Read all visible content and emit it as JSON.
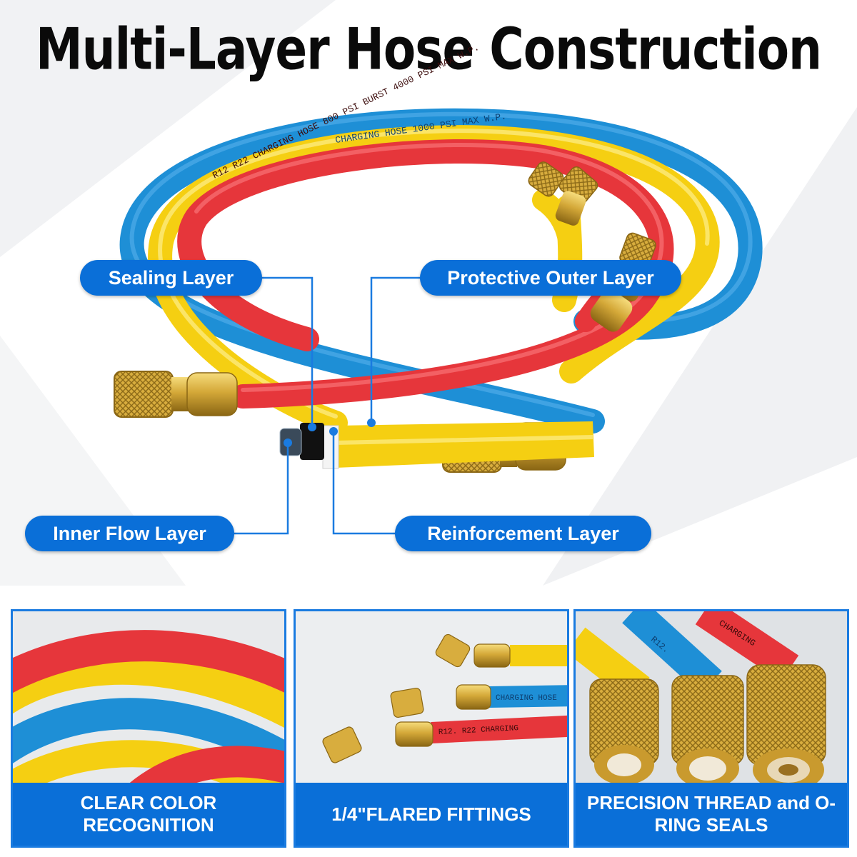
{
  "title": "Multi-Layer Hose Construction",
  "callouts": {
    "sealing": "Sealing Layer",
    "protective": "Protective Outer Layer",
    "inner": "Inner Flow Layer",
    "reinforcement": "Reinforcement Layer"
  },
  "hose_print": {
    "blue": "CHARGING HOSE 1000 PSI MAX W.P.",
    "red": "R12 R22 CHARGING HOSE 800 PSI BURST 4000 PSI MAX W.P."
  },
  "panels": [
    {
      "caption": "CLEAR COLOR RECOGNITION"
    },
    {
      "caption": "1/4\"FLARED FITTINGS",
      "hose_print": "CHARGING HOSE",
      "hose_print_red": "R12. R22 CHARGING"
    },
    {
      "caption": "PRECISION THREAD and O-RING SEALS",
      "hose_print": "R12.",
      "hose_print_red": "CHARGING"
    }
  ],
  "colors": {
    "accent": "#0a6fd8",
    "hose_blue": "#1e8fd6",
    "hose_yellow": "#f5cf12",
    "hose_red": "#e6363b",
    "brass": "#d4a838"
  }
}
